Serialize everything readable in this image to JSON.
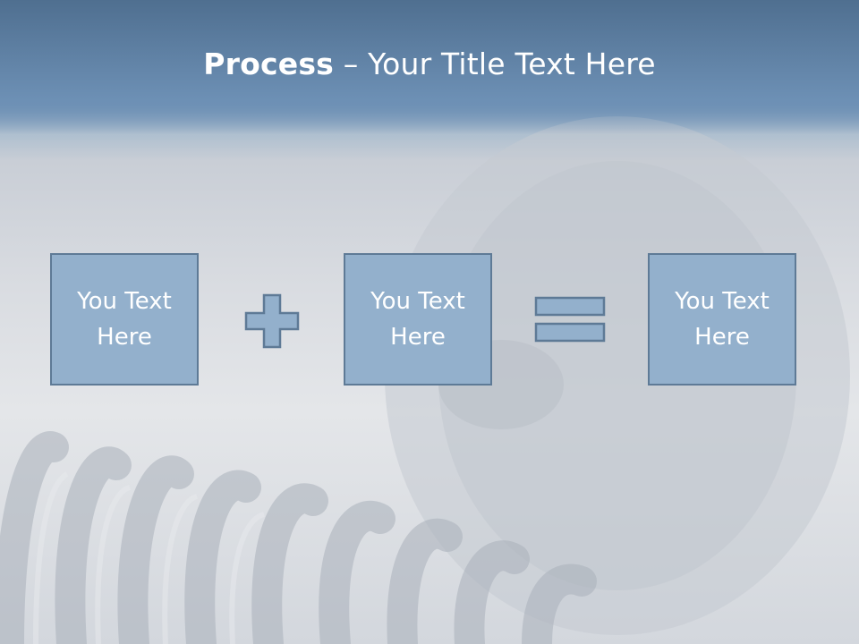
{
  "title": {
    "bold": "Process",
    "rest": " – Your Title Text Here"
  },
  "boxes": [
    {
      "text": "You Text Here"
    },
    {
      "text": "You Text Here"
    },
    {
      "text": "You Text Here"
    }
  ],
  "operators": [
    "plus-icon",
    "equals-icon"
  ],
  "colors": {
    "header": "#5f83a9",
    "box_fill": "#93b0cc",
    "box_border": "#5e7a96",
    "text": "#ffffff"
  }
}
